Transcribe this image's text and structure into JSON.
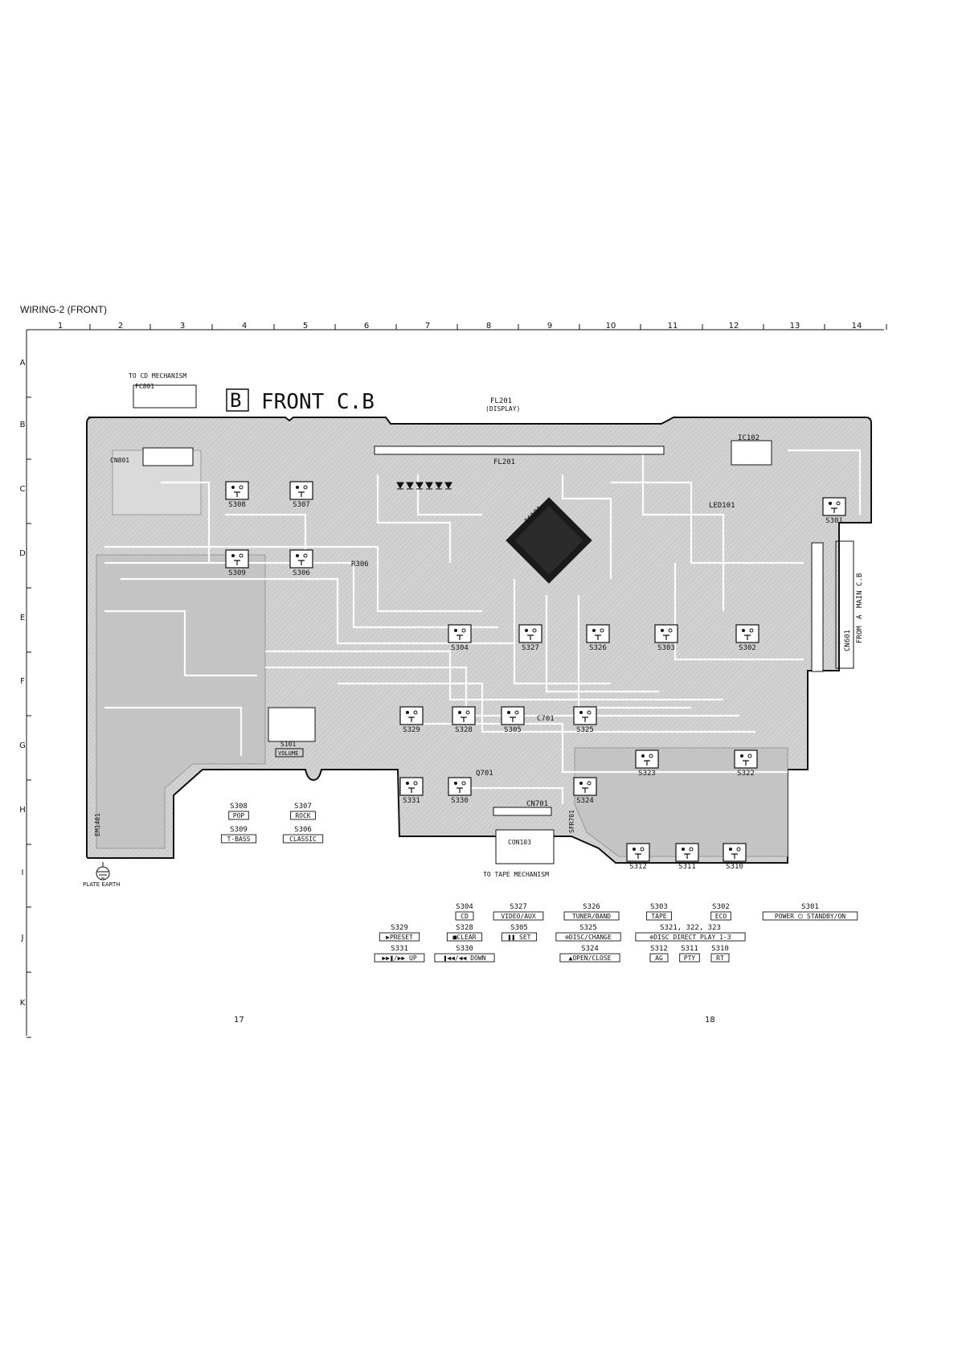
{
  "header": {
    "title": "WIRING-2 (FRONT)"
  },
  "grid": {
    "columns": [
      "1",
      "2",
      "3",
      "4",
      "5",
      "6",
      "7",
      "8",
      "9",
      "10",
      "11",
      "12",
      "13",
      "14"
    ],
    "rows": [
      "A",
      "B",
      "C",
      "D",
      "E",
      "F",
      "G",
      "H",
      "I",
      "J",
      "K"
    ]
  },
  "board": {
    "label_letter": "B",
    "label_text": "FRONT C.B",
    "fc801": "FC801",
    "to_cd": "TO CD MECHANISM",
    "fl201": "FL201",
    "display": "(DISPLAY)",
    "fl201_inner": "FL201",
    "cn801": "CN801",
    "ic101": "IC101",
    "ic102": "IC102",
    "led101": "LED101",
    "q701": "Q701",
    "cn701": "CN701",
    "sfr701": "SFR701",
    "con103": "CON103",
    "to_tape": "TO TAPE MECHANISM",
    "cn601": "CN601",
    "from_main_a": "A",
    "from_main_pre": "FROM",
    "from_main_post": "MAIN C.B",
    "em1401": "EM1401",
    "plate_earth": "PLATE EARTH",
    "s101": "S101",
    "volume": "VOLUME",
    "c701": "C701",
    "r306": "R306"
  },
  "switches_on_board": [
    "S308",
    "S307",
    "S309",
    "S306",
    "S304",
    "S327",
    "S326",
    "S303",
    "S329",
    "S328",
    "S305",
    "S325",
    "S331",
    "S330",
    "S324",
    "S323",
    "S322",
    "S302",
    "S301",
    "S312",
    "S311",
    "S310"
  ],
  "legend_left": [
    {
      "id": "S308",
      "label": "POP"
    },
    {
      "id": "S307",
      "label": "ROCK"
    },
    {
      "id": "S309",
      "label": "T-BASS"
    },
    {
      "id": "S306",
      "label": "CLASSIC"
    }
  ],
  "legend_right": [
    {
      "id": "S304",
      "label": "CD"
    },
    {
      "id": "S327",
      "label": "VIDEO/AUX"
    },
    {
      "id": "S326",
      "label": "TUNER/BAND"
    },
    {
      "id": "S303",
      "label": "TAPE"
    },
    {
      "id": "S302",
      "label": "ECO"
    },
    {
      "id": "S301",
      "label": "POWER ⏻ STANDBY/ON"
    },
    {
      "id": "S329",
      "label": "▶PRESET"
    },
    {
      "id": "S328",
      "label": "■CLEAR"
    },
    {
      "id": "S305",
      "label": "❚❚ SET"
    },
    {
      "id": "S325",
      "label": "⊕DISC/CHANGE"
    },
    {
      "id": "S321, 322, 323",
      "label": "⊕DISC DIRECT PLAY 1-3"
    },
    {
      "id": "S331",
      "label": "▶▶❚/▶▶ UP"
    },
    {
      "id": "S330",
      "label": "❚◀◀/◀◀ DOWN"
    },
    {
      "id": "S324",
      "label": "▲OPEN/CLOSE"
    },
    {
      "id": "S312",
      "label": "AG"
    },
    {
      "id": "S311",
      "label": "PTY"
    },
    {
      "id": "S310",
      "label": "RT"
    }
  ],
  "page_numbers": {
    "left": "17",
    "right": "18"
  },
  "colors": {
    "board_fill": "#d2d2d2",
    "trace": "#ffffff",
    "ink": "#111111"
  }
}
